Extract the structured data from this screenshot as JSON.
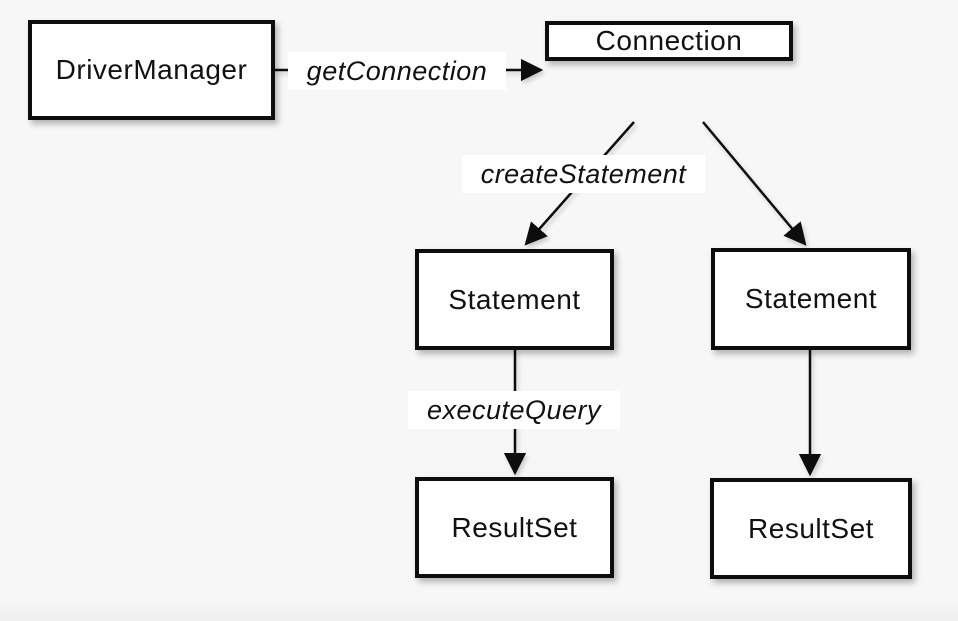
{
  "diagram": {
    "nodes": {
      "driver_manager": {
        "label": "DriverManager"
      },
      "connection": {
        "label": "Connection"
      },
      "statement_left": {
        "label": "Statement"
      },
      "statement_right": {
        "label": "Statement"
      },
      "resultset_left": {
        "label": "ResultSet"
      },
      "resultset_right": {
        "label": "ResultSet"
      }
    },
    "edges": {
      "get_connection": {
        "from": "DriverManager",
        "to": "Connection",
        "label": "getConnection"
      },
      "create_statement": {
        "from": "Connection",
        "to": "Statement",
        "label": "createStatement"
      },
      "connection_to_statement_right": {
        "from": "Connection",
        "to": "Statement",
        "label": ""
      },
      "execute_query": {
        "from": "Statement",
        "to": "ResultSet",
        "label": "executeQuery"
      },
      "statement_right_to_resultset_right": {
        "from": "Statement",
        "to": "ResultSet",
        "label": ""
      }
    },
    "colors": {
      "background": "#f7f7f8",
      "node_fill": "#ffffff",
      "node_border": "#0d0d0d",
      "connector": "#0d0d0d",
      "text": "#111111"
    }
  }
}
